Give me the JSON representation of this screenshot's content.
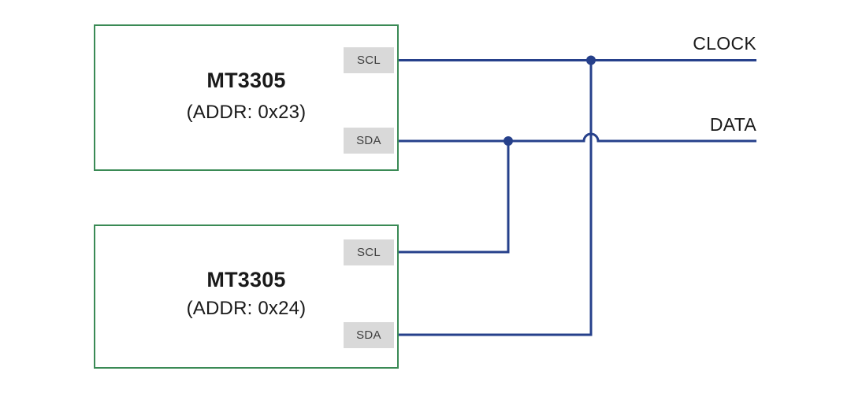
{
  "diagram": {
    "type": "i2c-bus-wiring-schematic",
    "background_color": "#ffffff",
    "wire_color": "#26408b",
    "box_border_color": "#3a8a55",
    "pin_box_color": "#d9d9d9",
    "text_color": "#1a1a1a"
  },
  "devices": [
    {
      "id": "device-top",
      "title": "MT3305",
      "subtitle": "(ADDR: 0x23)",
      "pins": [
        {
          "name": "SCL",
          "label": "SCL"
        },
        {
          "name": "SDA",
          "label": "SDA"
        }
      ]
    },
    {
      "id": "device-bottom",
      "title": "MT3305",
      "subtitle": "(ADDR: 0x24)",
      "pins": [
        {
          "name": "SCL",
          "label": "SCL"
        },
        {
          "name": "SDA",
          "label": "SDA"
        }
      ]
    }
  ],
  "buses": [
    {
      "id": "bus-clock",
      "label": "CLOCK"
    },
    {
      "id": "bus-data",
      "label": "DATA"
    }
  ]
}
